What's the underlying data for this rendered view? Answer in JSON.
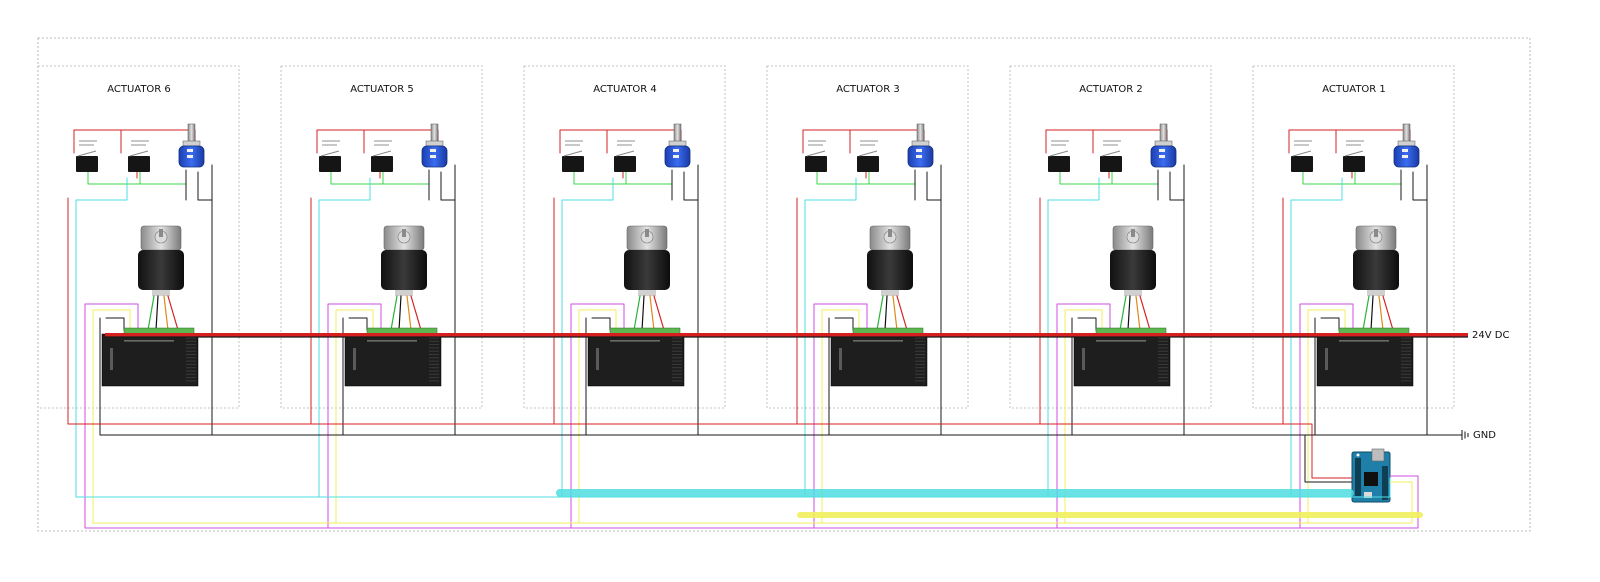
{
  "diagram": {
    "actuators": [
      {
        "id": 6,
        "title": "ACTUATOR 6"
      },
      {
        "id": 5,
        "title": "ACTUATOR 5"
      },
      {
        "id": 4,
        "title": "ACTUATOR 4"
      },
      {
        "id": 3,
        "title": "ACTUATOR 3"
      },
      {
        "id": 2,
        "title": "ACTUATOR 2"
      },
      {
        "id": 1,
        "title": "ACTUATOR 1"
      }
    ],
    "power_label": "24V DC",
    "ground_label": "GND",
    "colors": {
      "power": "#d62020",
      "ground": "#1a1a1a",
      "limit_common": "#39d44a",
      "signal_a": "#4fdde2",
      "signal_b": "#f1ef5c",
      "signal_c": "#cf4ee0",
      "potentiometer": "#2a5bd6",
      "controller_board": "#1f7fa8"
    },
    "components": {
      "switch_icon": "microswitch-icon",
      "pot_icon": "potentiometer-icon",
      "motor_icon": "stepper-motor-icon",
      "driver_icon": "stepper-driver-icon",
      "board_icon": "microcontroller-board-icon",
      "ground_icon": "ground-symbol-icon"
    }
  }
}
